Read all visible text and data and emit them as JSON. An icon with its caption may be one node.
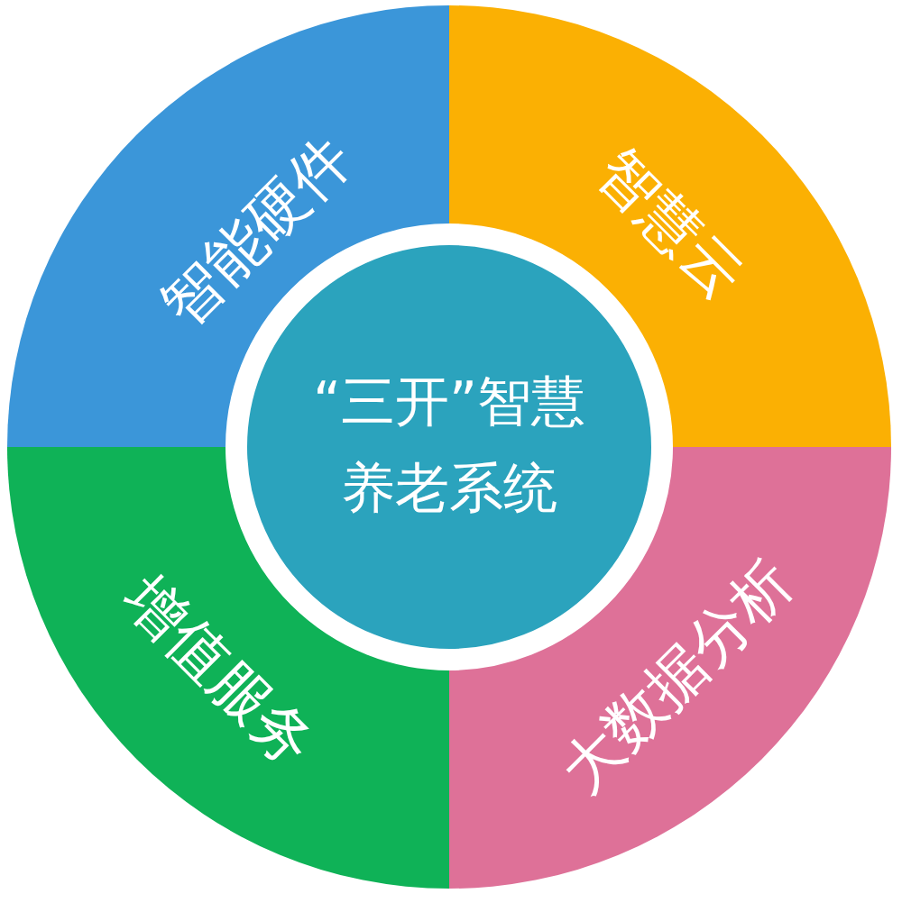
{
  "diagram": {
    "nodes": [
      {
        "text": [
          "智能硬件"
        ]
      },
      {
        "text": [
          "智慧云"
        ]
      },
      {
        "text": [
          "“三开”智慧养老系统"
        ]
      },
      {
        "text": [
          "增值服务"
        ]
      },
      {
        "text": [
          "大数据分析"
        ]
      }
    ]
  }
}
